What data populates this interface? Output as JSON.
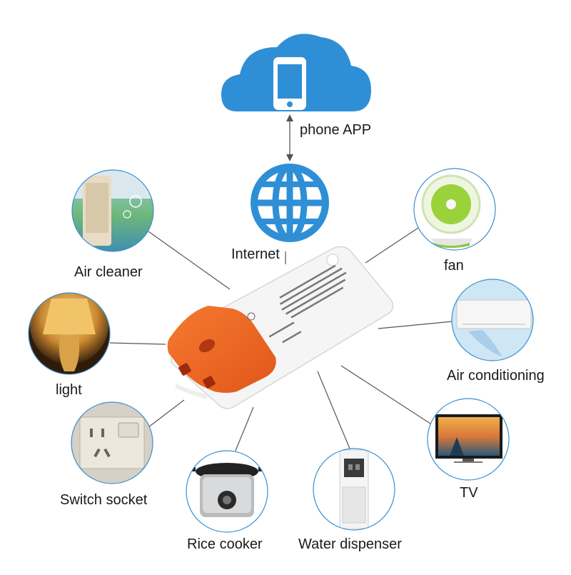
{
  "labels": {
    "phone_app": "phone APP",
    "internet": "Internet",
    "air_cleaner": "Air cleaner",
    "fan": "fan",
    "light": "light",
    "air_conditioning": "Air conditioning",
    "switch_socket": "Switch socket",
    "tv": "TV",
    "rice_cooker": "Rice cooker",
    "water_dispenser": "Water dispenser"
  },
  "colors": {
    "cloud": "#2f8fd6",
    "globe": "#2f8fd6",
    "device_cap": "#f06a24",
    "device_body": "#f5f5f5",
    "ring": "#3a8fd0",
    "connector": "#555555"
  }
}
